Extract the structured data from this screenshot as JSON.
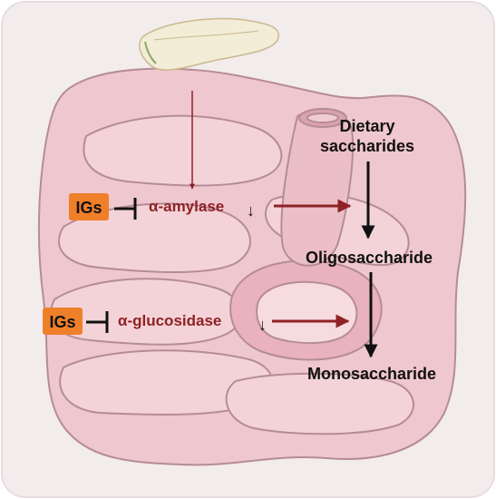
{
  "labels": {
    "inhibitor_top": "IGs",
    "inhibitor_bottom": "IGs",
    "enzyme_amylase": "α-amylase",
    "enzyme_glucosidase": "α-glucosidase",
    "down_arrow_glyph": "↓",
    "stage_dietary_line1": "Dietary",
    "stage_dietary_line2": "saccharides",
    "stage_oligo": "Oligosaccharide",
    "stage_mono": "Monosaccharide"
  },
  "colors": {
    "background_panel": "#f3eced",
    "intestine_fill": "#f1cdd3",
    "intestine_stroke": "#b58c95",
    "pancreas_fill": "#f3ecd6",
    "enzyme_text": "#8e2224",
    "pathway_arrow": "#8e2224",
    "inhibitor_box": "#f07f2a",
    "main_text": "#111111"
  }
}
